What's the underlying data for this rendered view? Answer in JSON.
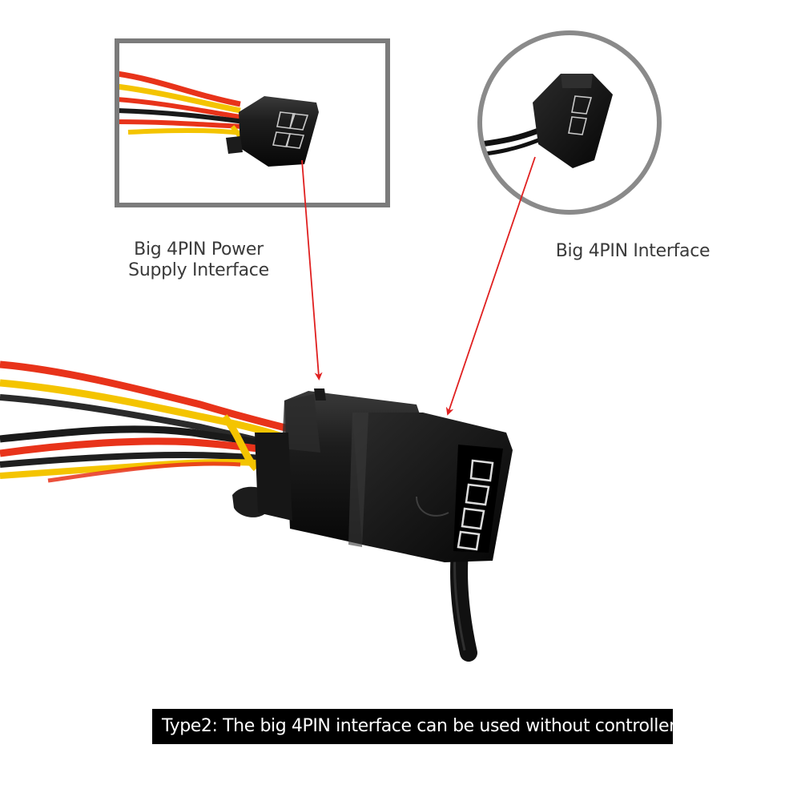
{
  "labels": {
    "power_supply": "Big 4PIN Power\nSupply Interface",
    "interface": "Big 4PIN Interface"
  },
  "caption": "Type2:  The big 4PIN interface can be used without controller",
  "colors": {
    "arrow": "#e02020",
    "frame": "#7b7b7b",
    "caption_bg": "#000000",
    "caption_text": "#ffffff",
    "wire_red": "#e8331a",
    "wire_yellow": "#f4c400",
    "wire_black": "#1a1a1a",
    "connector": "#151515"
  },
  "icons": [
    "molex-4pin-connector-photo",
    "pointer-arrow"
  ]
}
